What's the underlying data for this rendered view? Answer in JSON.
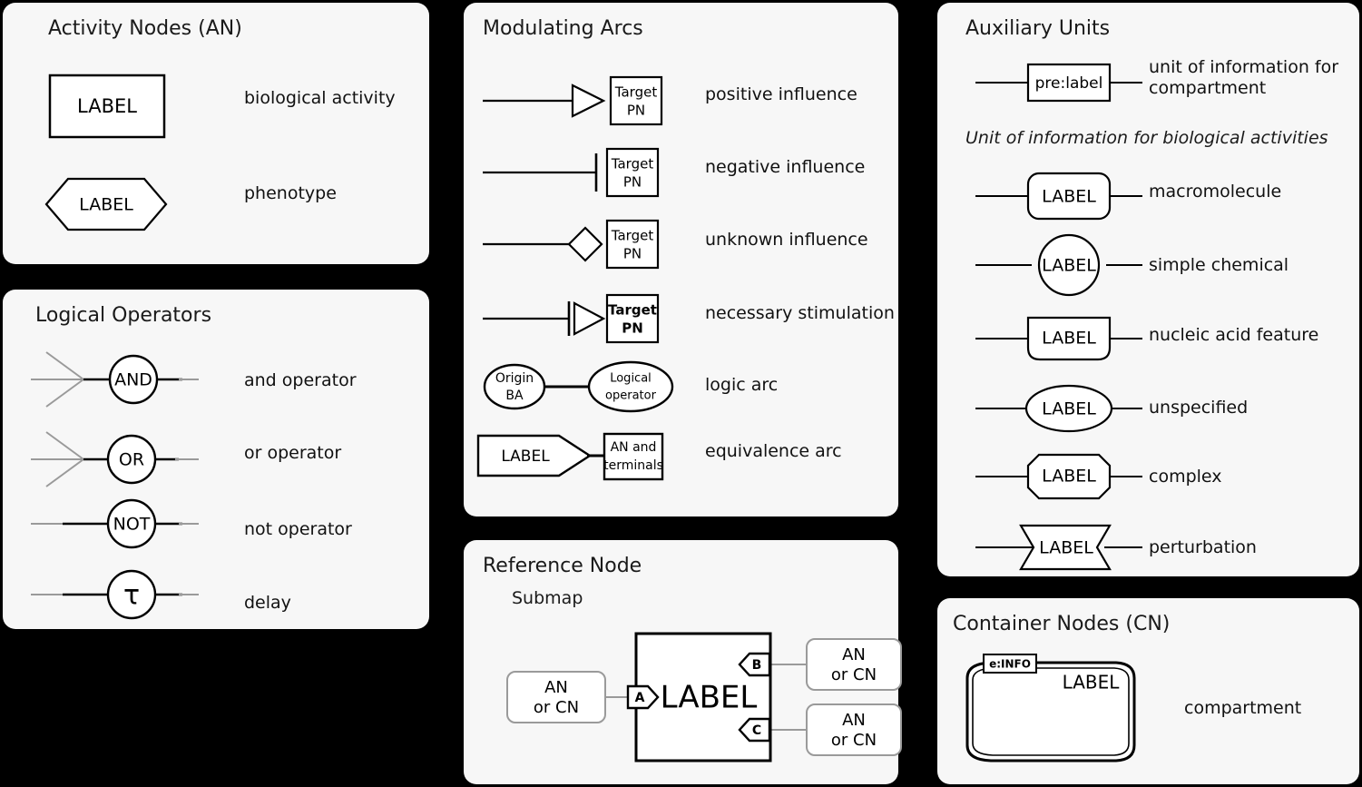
{
  "panels": {
    "activity_nodes": {
      "title": "Activity Nodes (AN)",
      "items": [
        {
          "shape": "rectangle",
          "label": "LABEL",
          "desc": "biological activity"
        },
        {
          "shape": "hexagon",
          "label": "LABEL",
          "desc": "phenotype"
        }
      ]
    },
    "logical_operators": {
      "title": "Logical Operators",
      "items": [
        {
          "glyph": "AND",
          "desc": "and operator"
        },
        {
          "glyph": "OR",
          "desc": "or operator"
        },
        {
          "glyph": "NOT",
          "desc": "not operator"
        },
        {
          "glyph": "τ",
          "desc": "delay"
        }
      ]
    },
    "modulating_arcs": {
      "title": "Modulating Arcs",
      "items": [
        {
          "target_line1": "Target",
          "target_line2": "PN",
          "desc": "positive influence",
          "arrow": "open-triangle"
        },
        {
          "target_line1": "Target",
          "target_line2": "PN",
          "desc": "negative influence",
          "arrow": "bar"
        },
        {
          "target_line1": "Target",
          "target_line2": "PN",
          "desc": "unknown influence",
          "arrow": "diamond"
        },
        {
          "target_line1": "Target",
          "target_line2": "PN",
          "desc": "necessary stimulation",
          "arrow": "bar-triangle"
        }
      ],
      "logic_arc": {
        "origin_line1": "Origin",
        "origin_line2": "BA",
        "operator_line1": "Logical",
        "operator_line2": "operator",
        "desc": "logic arc"
      },
      "equivalence_arc": {
        "tag_label": "LABEL",
        "node_line1": "AN and",
        "node_line2": "terminals",
        "desc": "equivalence arc"
      }
    },
    "reference_node": {
      "title": "Reference Node",
      "subtitle": "Submap",
      "submap_label": "LABEL",
      "terminals": [
        {
          "id": "A",
          "side": "left"
        },
        {
          "id": "B",
          "side": "right"
        },
        {
          "id": "C",
          "side": "right"
        }
      ],
      "neighbours": [
        {
          "line1": "AN",
          "line2": "or CN"
        },
        {
          "line1": "AN",
          "line2": "or CN"
        },
        {
          "line1": "AN",
          "line2": "or CN"
        }
      ]
    },
    "auxiliary_units": {
      "title": "Auxiliary Units",
      "compartment_unit": {
        "label": "pre:label",
        "desc_line1": "unit of information for",
        "desc_line2": "compartment"
      },
      "section_title": "Unit of information for biological activities",
      "items": [
        {
          "shape": "rounded-rect",
          "label": "LABEL",
          "desc": "macromolecule"
        },
        {
          "shape": "circle",
          "label": "LABEL",
          "desc": "simple chemical"
        },
        {
          "shape": "bottom-rounded-rect",
          "label": "LABEL",
          "desc": "nucleic acid feature"
        },
        {
          "shape": "ellipse",
          "label": "LABEL",
          "desc": "unspecified"
        },
        {
          "shape": "octagon",
          "label": "LABEL",
          "desc": "complex"
        },
        {
          "shape": "bowtie",
          "label": "LABEL",
          "desc": "perturbation"
        }
      ]
    },
    "container_nodes": {
      "title": "Container Nodes (CN)",
      "compartment": {
        "info_tag": "e:INFO",
        "label": "LABEL",
        "desc": "compartment"
      }
    }
  },
  "colors": {
    "background": "#000000",
    "panel": "#f7f7f7",
    "stroke": "#000000",
    "muted_stroke": "#9a9a9a",
    "text": "#111111"
  }
}
